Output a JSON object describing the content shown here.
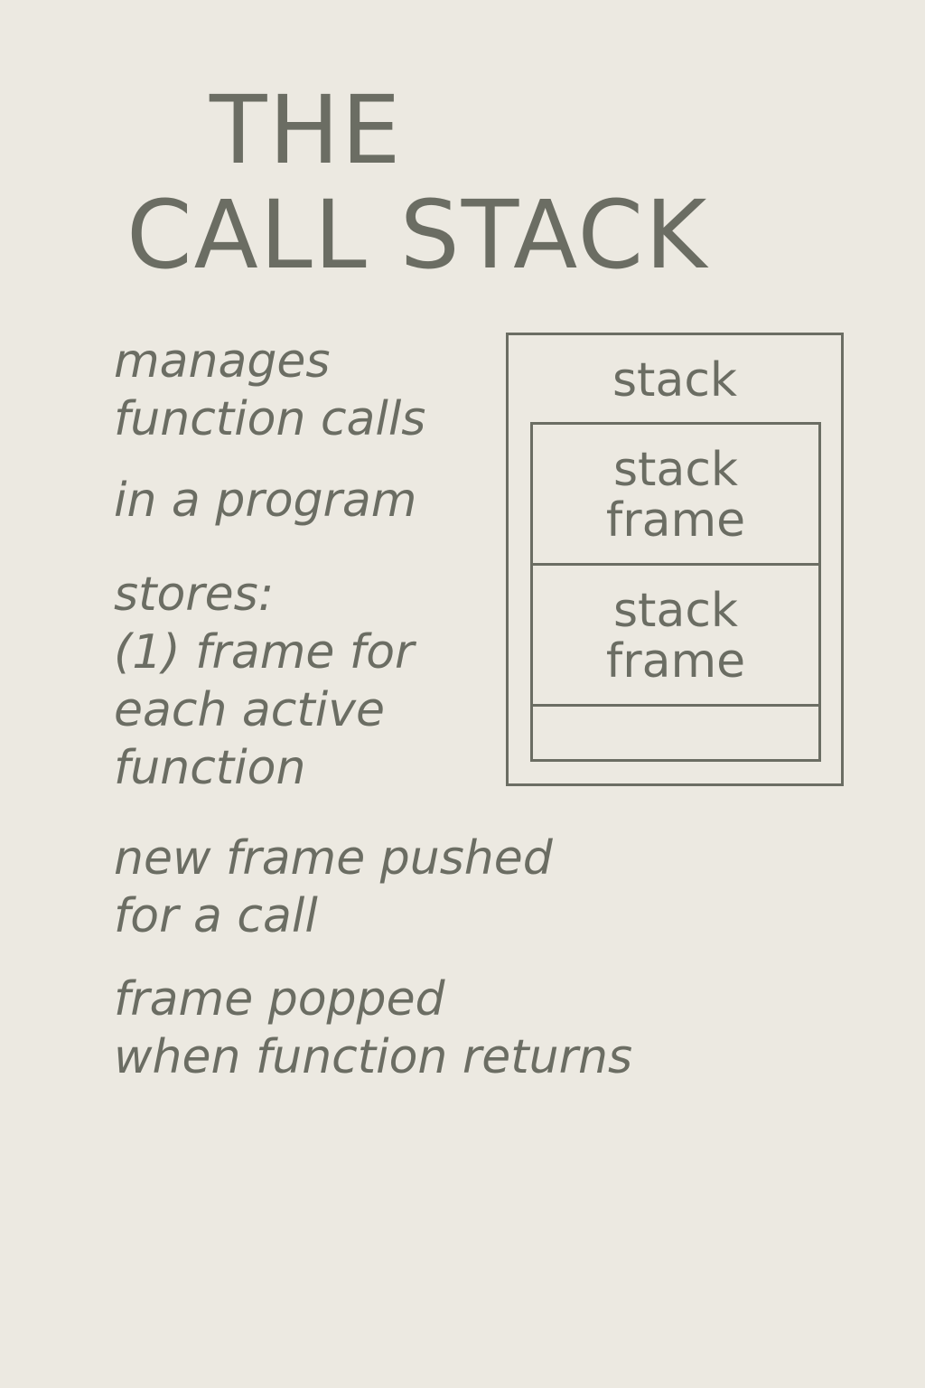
{
  "title": {
    "line1": "THE",
    "line2": "CALL STACK"
  },
  "notes": {
    "manages": "manages\nfunction calls",
    "program": "in a program",
    "stores": "stores:\n(1) frame for\neach active\nfunction",
    "pushed": "new frame pushed\nfor a call",
    "popped": "frame popped\nwhen function returns"
  },
  "diagram": {
    "stack_label": "stack",
    "frames": [
      {
        "label": "stack\nframe"
      },
      {
        "label": "stack\nframe"
      },
      {
        "label": ""
      }
    ]
  },
  "colors": {
    "background": "#ece9e1",
    "ink": "#6b6d63"
  }
}
